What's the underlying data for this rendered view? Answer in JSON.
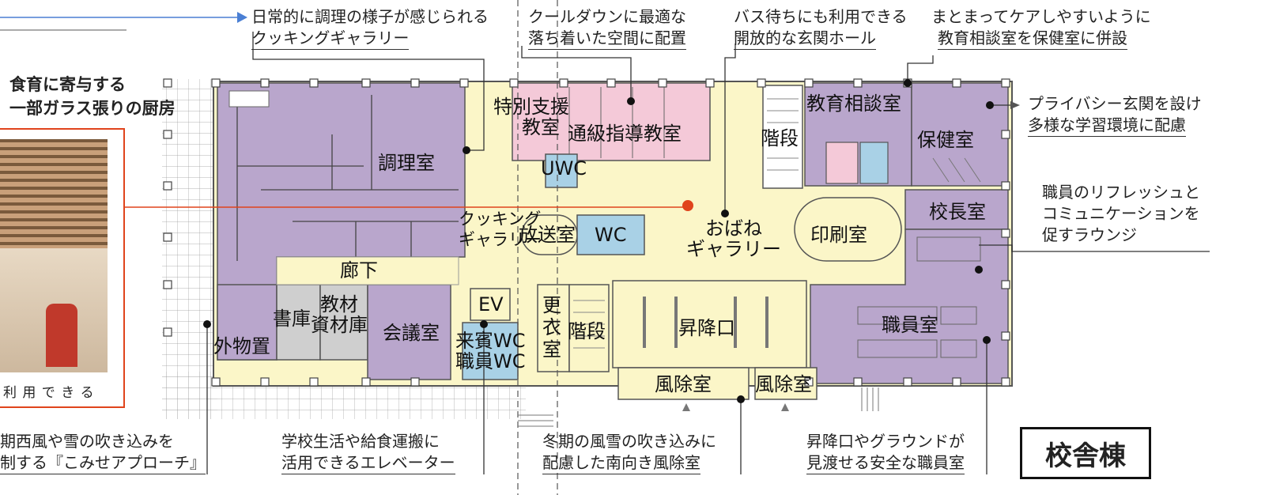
{
  "title_badge": "校舎棟",
  "left_heading": [
    "食育に寄与する",
    "一部ガラス張りの厨房"
  ],
  "photo_caption": "利 用 で き る",
  "top_annotations": [
    [
      "日常的に調理の様子が感じられる",
      "クッキングギャラリー"
    ],
    [
      "クールダウンに最適な",
      "落ち着いた空間に配置"
    ],
    [
      "バス待ちにも利用できる",
      "開放的な玄関ホール"
    ],
    [
      "まとまってケアしやすいように",
      "教育相談室を保健室に併設"
    ]
  ],
  "right_annotations": [
    [
      "プライバシー玄関を設け",
      "多様な学習環境に配慮"
    ],
    [
      "職員のリフレッシュと",
      "コミュニケーションを",
      "促すラウンジ"
    ]
  ],
  "bottom_annotations": [
    [
      "期西風や雪の吹き込みを",
      "制する『こみせアプローチ』"
    ],
    [
      "学校生活や給食運搬に",
      "活用できるエレベーター"
    ],
    [
      "冬期の風雪の吹き込みに",
      "配慮した南向き風除室"
    ],
    [
      "昇降口やグラウンドが",
      "見渡せる安全な職員室"
    ]
  ],
  "rooms": {
    "chori": "調理室",
    "tokubetsu": [
      "特別支援",
      "教室"
    ],
    "tsukyu": "通級指導教室",
    "uwc": "UWC",
    "kaidan_n": "階段",
    "kyoiku": "教育相談室",
    "hoken": "保健室",
    "kocho": "校長室",
    "cooking": [
      "クッキング",
      "ギャラリー"
    ],
    "hoso": "放送室",
    "wc": "WC",
    "obane": [
      "おばね",
      "ギャラリー"
    ],
    "insatsu": "印刷室",
    "roka": "廊下",
    "shoko": "書庫",
    "kyozai": [
      "教材",
      "資材庫"
    ],
    "gaibutsu": "外物置",
    "kaigi": "会議室",
    "ev": "EV",
    "raihin": [
      "来賓WC",
      "職員WC"
    ],
    "koui": [
      "更",
      "衣",
      "室"
    ],
    "kaidan_s": "階段",
    "shokoguchi": "昇降口",
    "fujo1": "風除室",
    "fujo2": "風除室",
    "shokuin": "職員室"
  },
  "colors": {
    "purple": "#b9a6cc",
    "yellow": "#fbf6c8",
    "pink": "#f4c9d8",
    "blue": "#a9d1e6",
    "gray": "#cfcfcf",
    "accent_red": "#e0441c",
    "accent_blue": "#4a7fd4"
  }
}
